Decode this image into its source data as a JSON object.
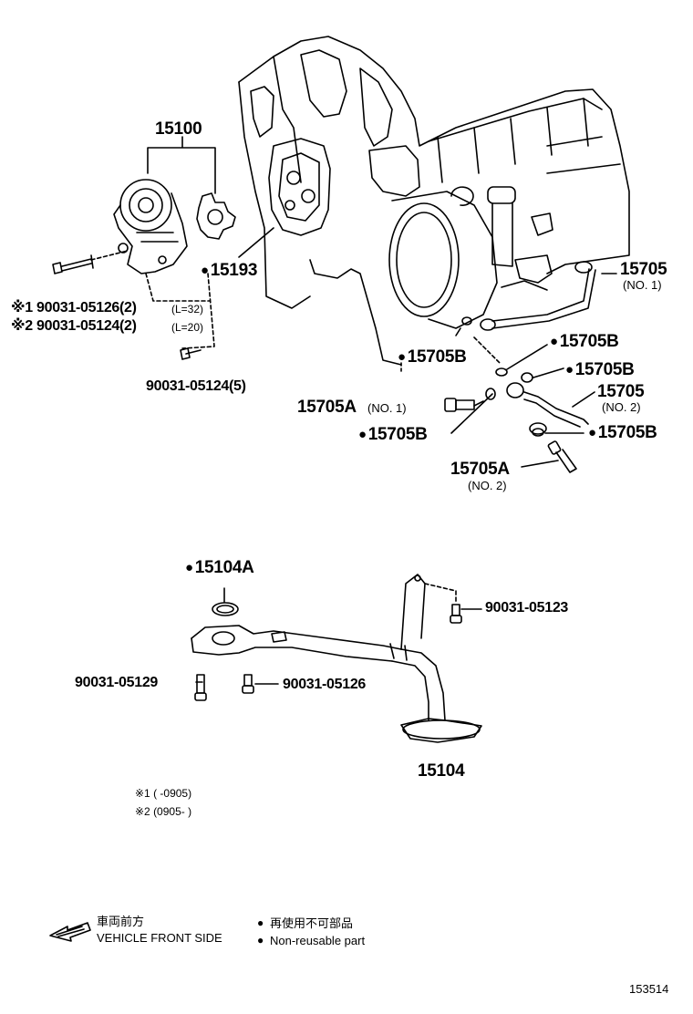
{
  "labels": {
    "p15100": "15100",
    "p15193": "15193",
    "bolt_note1_mark": "※1",
    "bolt_note1_part": "90031-05126(2)",
    "bolt_note1_len": "(L=32)",
    "bolt_note2_mark": "※2",
    "bolt_note2_part": "90031-05124(2)",
    "bolt_note2_len": "(L=20)",
    "bolt_05124_5": "90031-05124(5)",
    "p15705_no1": "15705",
    "p15705_no1_sub": "(NO. 1)",
    "p15705B_a": "15705B",
    "p15705B_b": "15705B",
    "p15705B_c": "15705B",
    "p15705_no2": "15705",
    "p15705_no2_sub": "(NO. 2)",
    "p15705A_no1": "15705A",
    "p15705A_no1_sub": "(NO. 1)",
    "p15705B_d": "15705B",
    "p15705B_e": "15705B",
    "p15705A_no2": "15705A",
    "p15705A_no2_sub": "(NO. 2)",
    "p15104A": "15104A",
    "bolt_05123": "90031-05123",
    "bolt_05129": "90031-05129",
    "bolt_05126": "90031-05126",
    "p15104": "15104"
  },
  "footnotes": {
    "note1": "※1 (        -0905)",
    "note2": "※2 (0905-        )"
  },
  "legend": {
    "front_jp": "車両前方",
    "front_en": "VEHICLE FRONT SIDE",
    "nonreuse_jp": "再使用不可部品",
    "nonreuse_en": "Non-reusable part"
  },
  "figure_id": "153514"
}
